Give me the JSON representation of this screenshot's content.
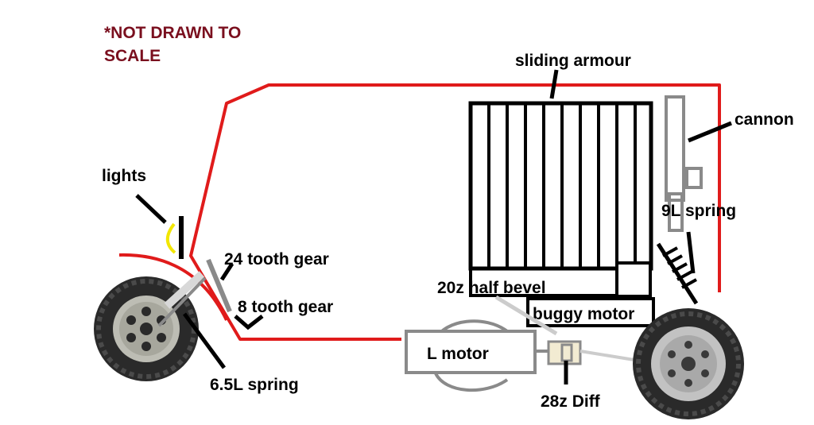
{
  "note": {
    "line1": "*NOT DRAWN TO",
    "line2": "SCALE",
    "color": "#7a0f1e"
  },
  "labels": {
    "sliding_armour": "sliding armour",
    "cannon": "cannon",
    "spring_9l": "9L spring",
    "lights": "lights",
    "gear_24": "24 tooth gear",
    "gear_8": "8 tooth gear",
    "half_bevel": "20z half bevel",
    "buggy_motor": "buggy motor",
    "l_motor": "L motor",
    "spring_65l": "6.5L spring",
    "diff_28z": "28z Diff"
  },
  "colors": {
    "body_outline": "#e01b1b",
    "ink": "#000000",
    "grey_part": "#8a8a8a",
    "light": "#f2e600",
    "tire": "#2a2a2a",
    "hub": "#bdbdb4"
  }
}
